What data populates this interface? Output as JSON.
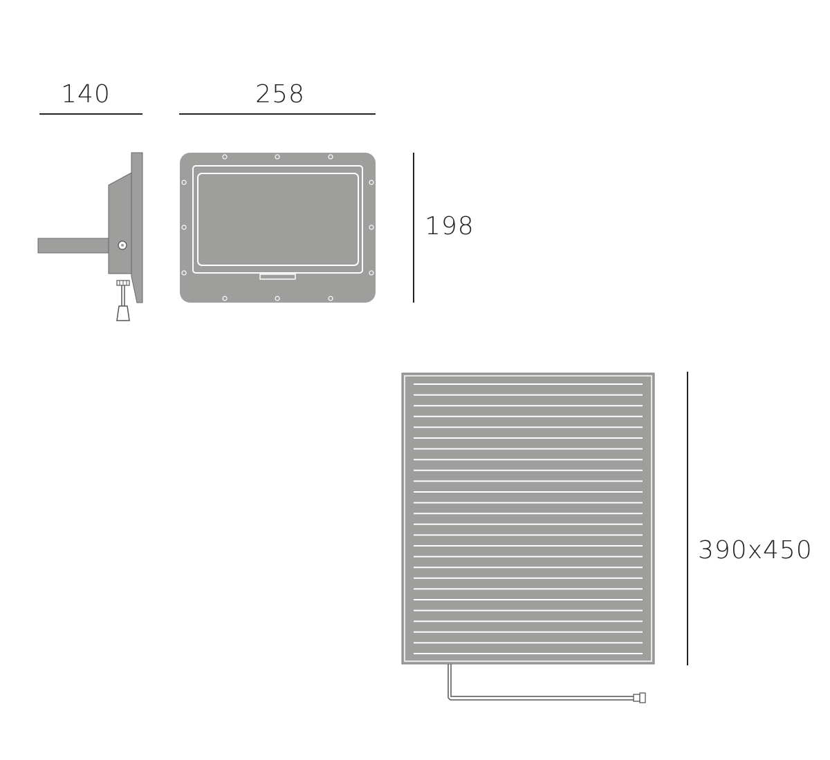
{
  "dimensions": {
    "depth": "140",
    "width": "258",
    "height": "198",
    "panel": "390x450"
  },
  "colors": {
    "body_fill": "#9e9e9d",
    "outline": "#ffffff",
    "stroke": "#555555",
    "dim_line": "#222222"
  },
  "panel_slat_count": 26
}
